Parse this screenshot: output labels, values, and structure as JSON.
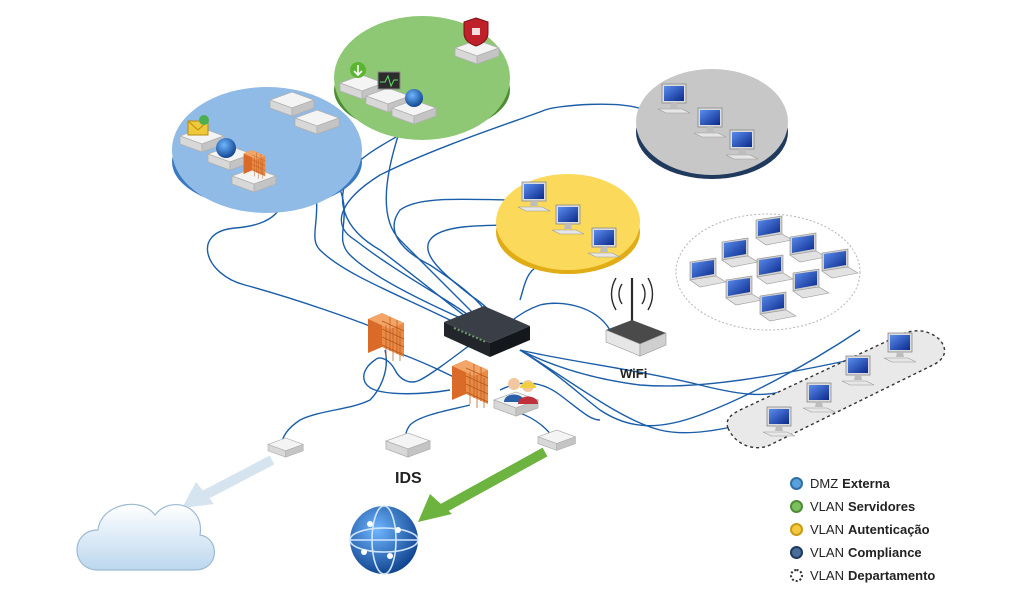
{
  "labels": {
    "wifi": "WiFi",
    "ids": "IDS"
  },
  "legend": [
    {
      "prefix": "DMZ",
      "name": "Externa",
      "color": "#5aa0dc",
      "border": "#2f6ea6",
      "style": "solid"
    },
    {
      "prefix": "VLAN",
      "name": "Servidores",
      "color": "#7cbf5e",
      "border": "#4e8c34",
      "style": "solid"
    },
    {
      "prefix": "VLAN",
      "name": "Autenticação",
      "color": "#f5c842",
      "border": "#c99a14",
      "style": "solid"
    },
    {
      "prefix": "VLAN",
      "name": "Compliance",
      "color": "#4a6e9c",
      "border": "#203a5e",
      "style": "solid"
    },
    {
      "prefix": "VLAN",
      "name": "Departamento",
      "color": "#ffffff",
      "border": "#333333",
      "style": "dotted"
    }
  ],
  "colors": {
    "link": "#1a5da8",
    "dmz_disc": "#8fbbe6",
    "servers_disc": "#8ec874",
    "auth_disc": "#fbd95a",
    "compliance_disc": "#c7c7c7",
    "internet_arrow": "#6db33f",
    "cloud_arrow": "#d6e4ef",
    "firewall": "#e07a3a"
  }
}
